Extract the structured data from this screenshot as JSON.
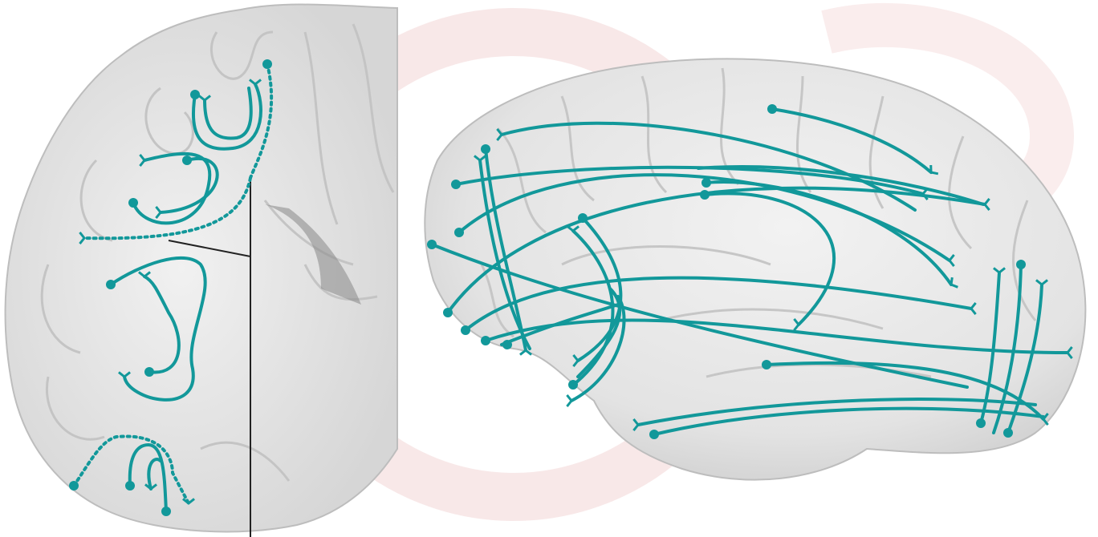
{
  "colors": {
    "fiber": "#12989a",
    "brain_fill": "#ebebeb",
    "brain_shade": "#d9d9d9",
    "gyrus_line": "#c9c9c9",
    "watermark": "#f3d6d6",
    "leader": "#222222"
  },
  "figure": {
    "left_panel": "coronal-section",
    "right_panel": "lateral-view",
    "fiber_style": "u-fibers-and-long-association-fibers",
    "dotted_fibers": true,
    "labels": []
  }
}
